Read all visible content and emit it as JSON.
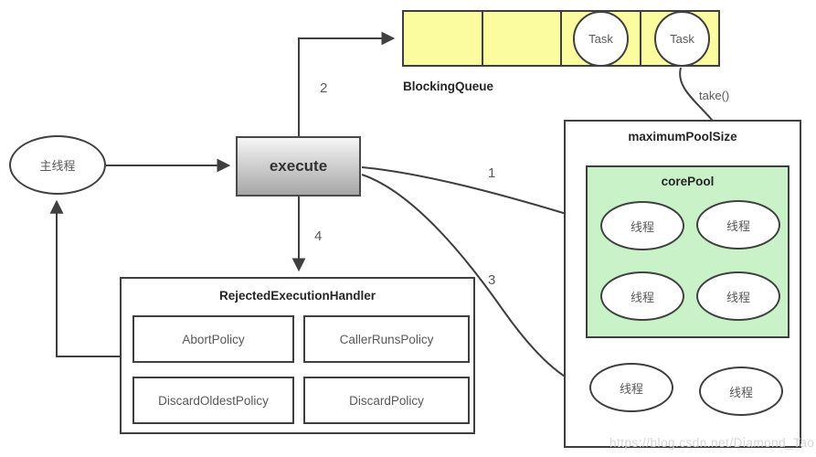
{
  "diagram": {
    "main_thread_label": "主线程",
    "execute_label": "execute",
    "blocking_queue": {
      "title": "BlockingQueue",
      "cells": 4,
      "tasks": [
        "Task",
        "Task"
      ]
    },
    "max_pool": {
      "title": "maximumPoolSize",
      "core_pool": {
        "title": "corePool",
        "threads": [
          "线程",
          "线程",
          "线程",
          "线程"
        ]
      },
      "extra_threads": [
        "线程",
        "线程"
      ]
    },
    "handler": {
      "title": "RejectedExecutionHandler",
      "policies": [
        "AbortPolicy",
        "CallerRunsPolicy",
        "DiscardOldestPolicy",
        "DiscardPolicy"
      ]
    },
    "arrow_labels": {
      "step1": "1",
      "step2": "2",
      "step3": "3",
      "step4": "4",
      "take": "take()"
    },
    "watermark": "https://blog.csdn.net/Diamond_Tao",
    "colors": {
      "queue_fill": "#fbfba0",
      "core_pool_fill": "#c9f2c9",
      "border": "#3f3f3f",
      "execute_gradient_top": "#f5f5f5",
      "execute_gradient_bottom": "#a6a6a6",
      "label_gray": "#595959",
      "watermark_gray": "#d6d6d6"
    }
  }
}
